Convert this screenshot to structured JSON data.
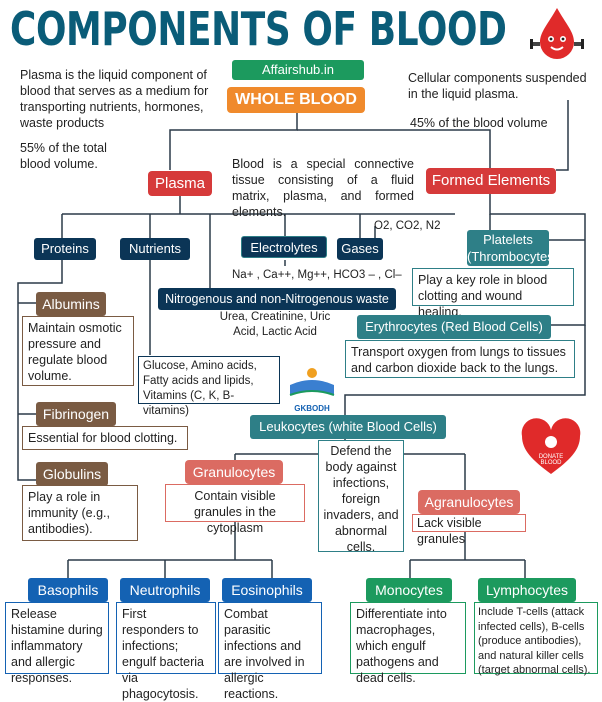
{
  "title": "COMPONENTS OF BLOOD",
  "site_badge": "Affairshub.in",
  "whole_blood": "WHOLE BLOOD",
  "plasma_desc": "Plasma is the liquid component of blood that serves as a medium for transporting nutrients, hormones, waste products",
  "plasma_percent": "55% of the total blood volume.",
  "formed_desc": "Cellular components suspended in the liquid plasma.",
  "formed_percent": "45% of the blood volume",
  "blood_desc": "Blood is a special connective tissue consisting of a fluid matrix, plasma, and formed elements.",
  "plasma": "Plasma",
  "formed_elements": "Formed Elements",
  "proteins": "Proteins",
  "nutrients": "Nutrients",
  "electrolytes": "Electrolytes",
  "gases": "Gases",
  "gases_list": "O2, CO2, N2",
  "electrolytes_list": "Na+ , Ca++, Mg++, HCO3 – , Cl–",
  "nitrogenous": "Nitrogenous and non-Nitrogenous waste",
  "nitrogenous_list": "Urea, Creatinine, Uric Acid, Lactic Acid",
  "albumins": "Albumins",
  "albumins_desc": "Maintain osmotic pressure and regulate blood volume.",
  "fibrinogen": "Fibrinogen",
  "fibrinogen_desc": "Essential for blood clotting.",
  "globulins": "Globulins",
  "globulins_desc": "Play a role in immunity (e.g., antibodies).",
  "nutrients_list": "Glucose, Amino acids, Fatty acids and lipids, Vitamins (C, K, B-vitamins)",
  "platelets": "Platelets (Thrombocytes)",
  "platelets_desc": "Play a key role in blood clotting and wound healing.",
  "erythrocytes": "Erythrocytes (Red Blood Cells)",
  "erythrocytes_desc": "Transport oxygen from lungs to tissues and carbon dioxide back to the lungs.",
  "logo_text": "GKBODH",
  "leukocytes": "Leukocytes (white Blood Cells)",
  "leukocytes_desc": "Defend the body against infections, foreign invaders, and abnormal cells.",
  "granulocytes": "Granulocytes",
  "granulocytes_desc": "Contain visible granules in the cytoplasm",
  "agranulocytes": "Agranulocytes",
  "agranulocytes_desc": "Lack visible granules",
  "basophils": "Basophils",
  "basophils_desc": "Release histamine during inflammatory and allergic responses.",
  "neutrophils": "Neutrophils",
  "neutrophils_desc": "First responders to infections; engulf bacteria via phagocytosis.",
  "eosinophils": "Eosinophils",
  "eosinophils_desc": "Combat parasitic infections and are involved in allergic reactions.",
  "monocytes": "Monocytes",
  "monocytes_desc": "Differentiate into macrophages, which engulf pathogens and dead cells.",
  "lymphocytes": "Lymphocytes",
  "lymphocytes_desc": "Include T-cells (attack infected cells), B-cells (produce antibodies), and natural killer cells (target abnormal cells).",
  "heart_text": "DONATE BLOOD",
  "colors": {
    "navy": "#0b3556",
    "teal": "#2e7f87",
    "brown": "#7a5b43",
    "red": "#d63a3a",
    "blue": "#1462b3",
    "green": "#1c9a5e",
    "orange": "#f08a2c"
  }
}
